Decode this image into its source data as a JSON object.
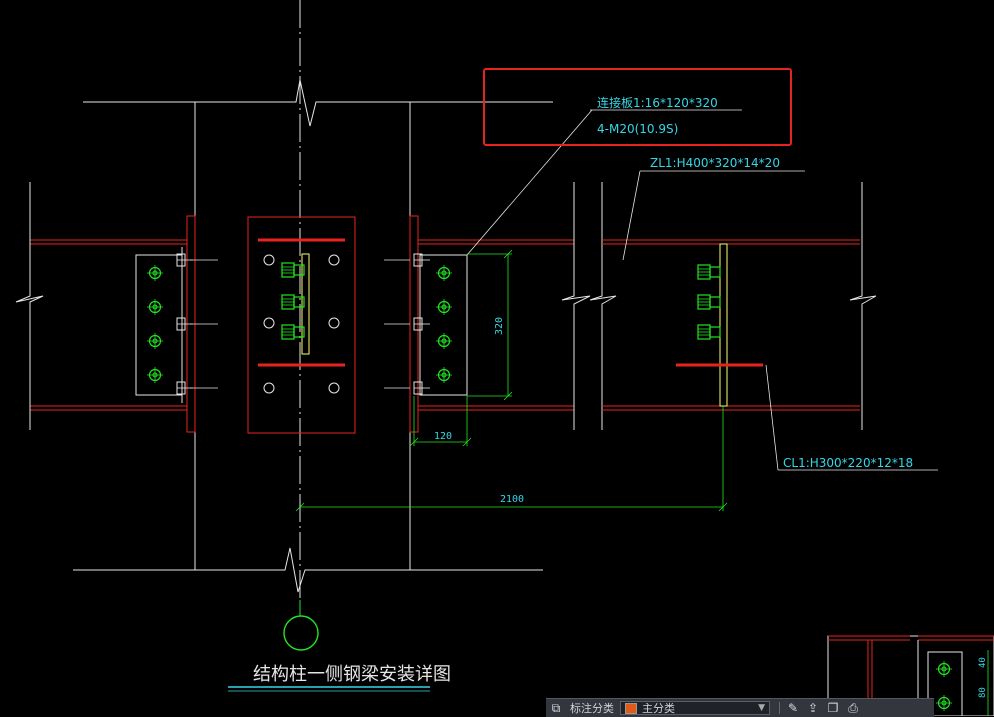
{
  "drawing": {
    "title": "结构柱一侧钢梁安装详图",
    "annotations": {
      "connection_plate": "连接板1:16*120*320",
      "bolts": "4-M20(10.9S)",
      "main_beam": "ZL1:H400*320*14*20",
      "secondary_beam": "CL1:H300*220*12*18"
    },
    "dimensions": {
      "plate_height": "320",
      "plate_width": "120",
      "span": "2100",
      "mini_dim_1": "40",
      "mini_dim_2": "80"
    }
  },
  "toolbar": {
    "layer_label": "标注分类",
    "layer_value": "主分类",
    "layer_color": "#e05a1a"
  },
  "colors": {
    "red": "#e8231f",
    "green": "#22e622",
    "white": "#e6e6e6",
    "cyan": "#34d7e6",
    "yellow": "#ffff66"
  }
}
